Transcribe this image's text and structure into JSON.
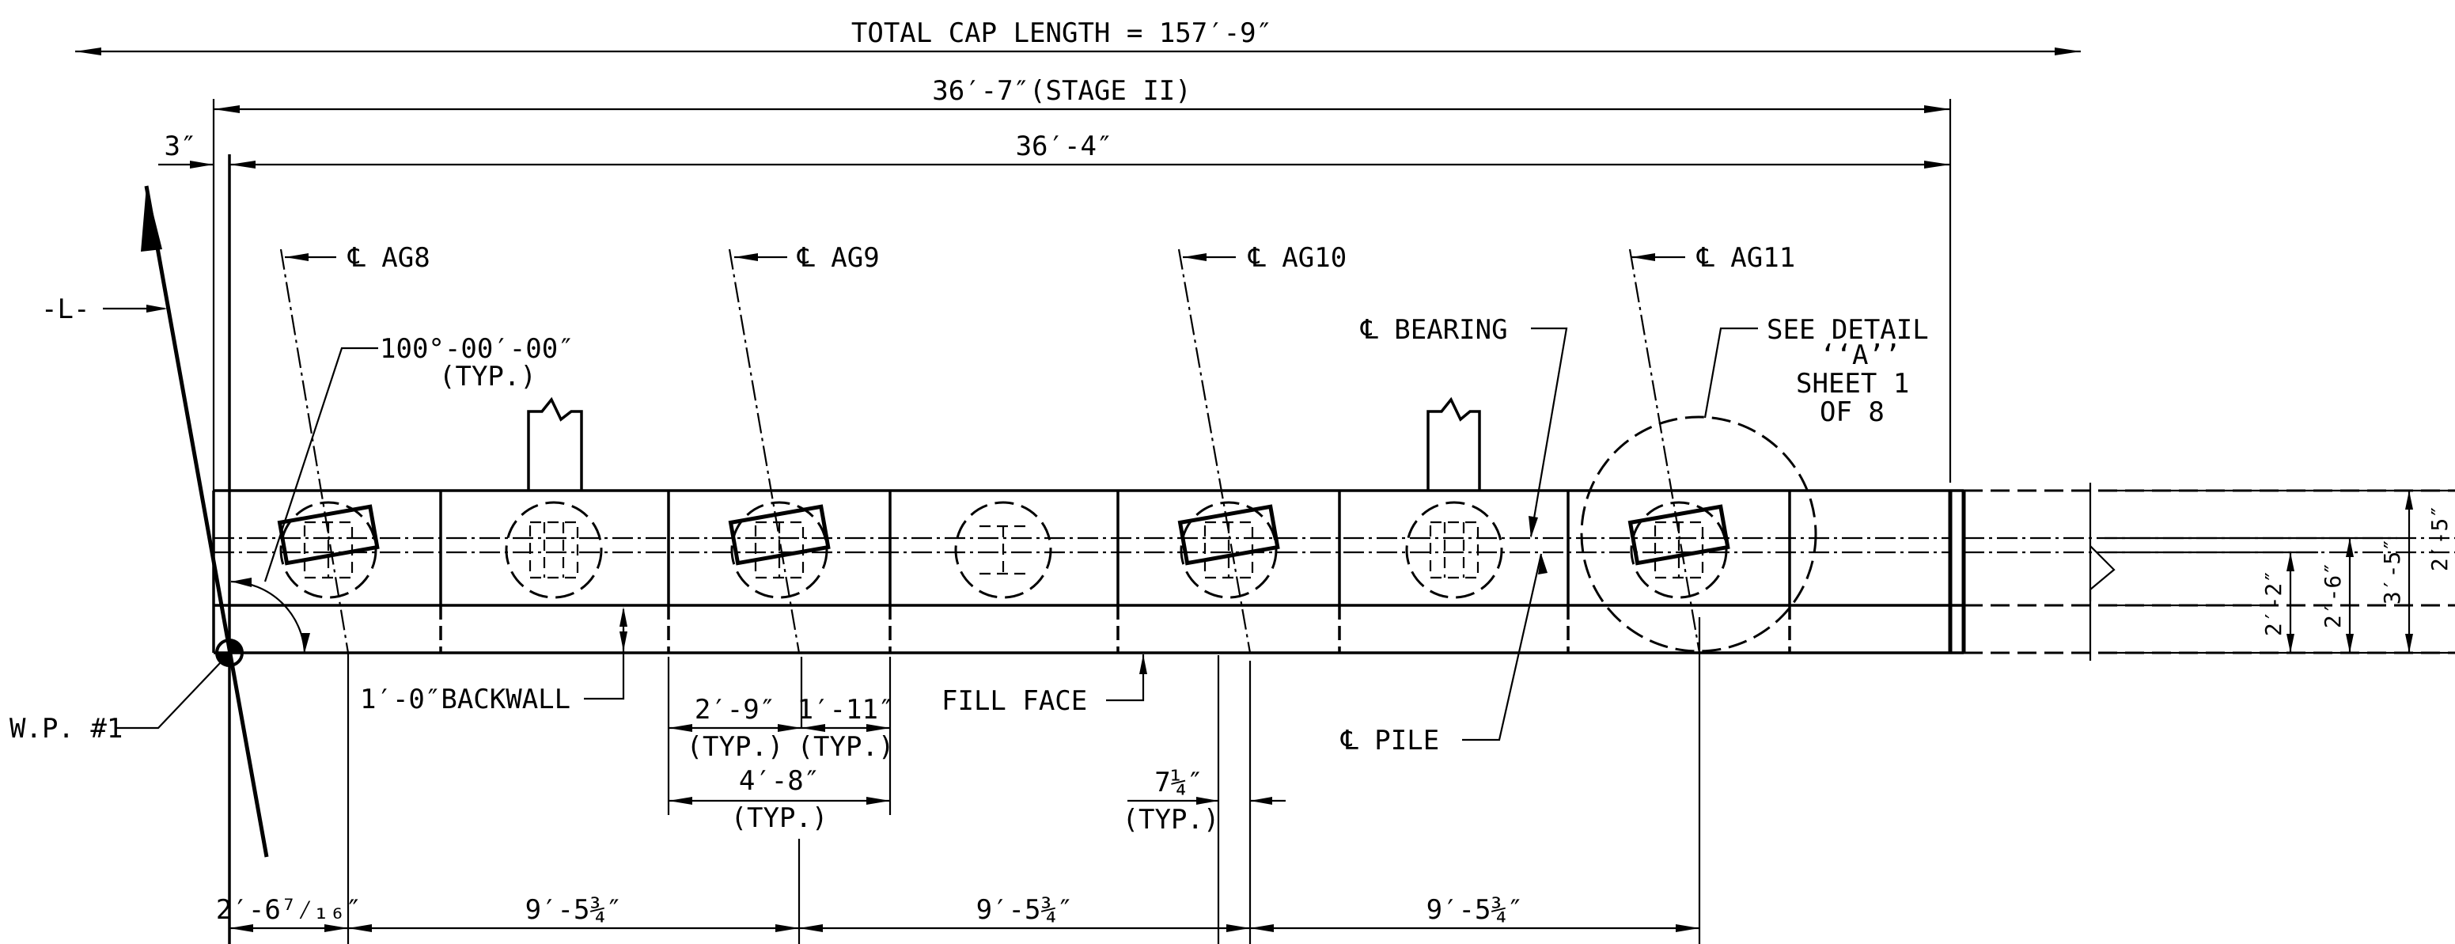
{
  "dimensions": {
    "total_cap_length": "TOTAL CAP LENGTH = 157′-9″",
    "stage_length": "36′-7″(STAGE II)",
    "inner_length": "36′-4″",
    "offset_left": "3″",
    "pile_spacing_1": "2′-6⁷⁄₁₆″",
    "pile_spacing_2": "9′-5¾″",
    "pile_spacing_3": "9′-5¾″",
    "pile_spacing_4": "9′-5¾″",
    "seg_a": "2′-9″",
    "seg_a_typ": "(TYP.)",
    "seg_b": "1′-11″",
    "seg_b_typ": "(TYP.)",
    "seg_total": "4′-8″",
    "seg_total_typ": "(TYP.)",
    "bearing_offset": "7¼″",
    "bearing_offset_typ": "(TYP.)",
    "height_1": "2′-2″",
    "height_2": "2′-6″",
    "height_3": "3′-5″",
    "height_4": "2′-5″"
  },
  "labels": {
    "ag8": "℄ AG8",
    "ag9": "℄ AG9",
    "ag10": "℄ AG10",
    "ag11": "℄ AG11",
    "bearing": "℄ BEARING",
    "pile": "℄ PILE",
    "angle": "100°-00′-00″",
    "angle_typ": "(TYP.)",
    "baseline": "-L-",
    "work_point": "W.P. #1",
    "backwall": "1′-0″BACKWALL",
    "fill_face": "FILL FACE",
    "detail_1": "SEE DETAIL",
    "detail_2": "‘‘A’’",
    "detail_3": "SHEET 1",
    "detail_4": "OF 8"
  }
}
